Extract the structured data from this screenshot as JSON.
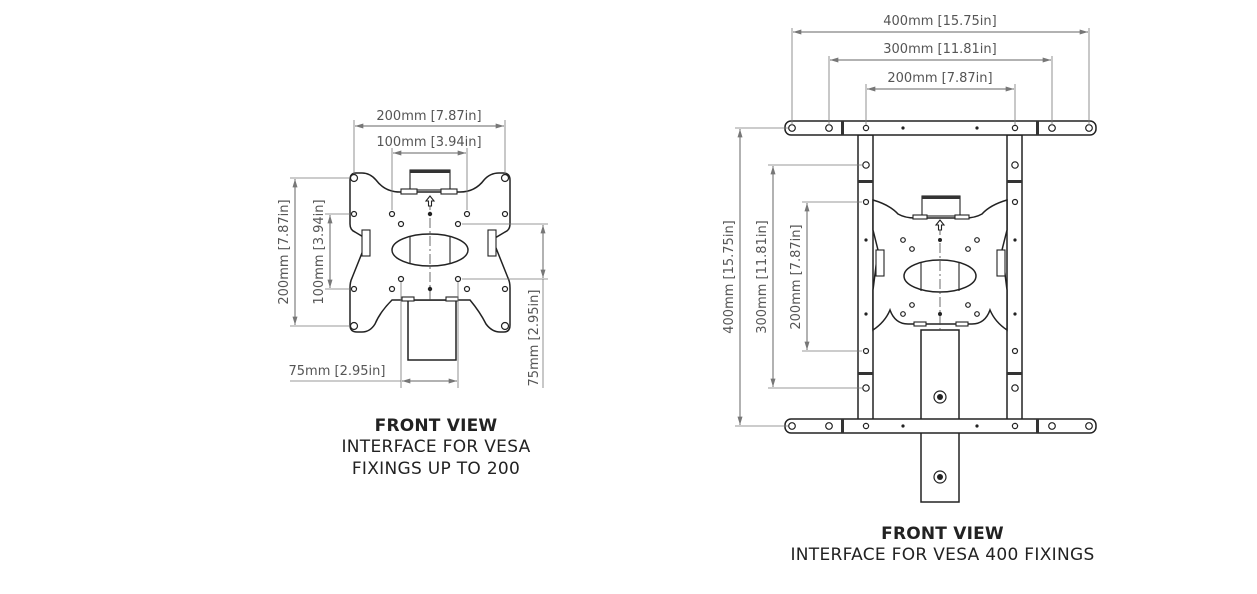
{
  "left_view": {
    "caption_title": "FRONT VIEW",
    "caption_line1": "INTERFACE FOR VESA",
    "caption_line2": "FIXINGS UP TO 200",
    "dimensions": {
      "h_200": "200mm [7.87in]",
      "h_100": "100mm [3.94in]",
      "v_200": "200mm [7.87in]",
      "v_100": "100mm [3.94in]",
      "h_75": "75mm [2.95in]",
      "v_75": "75mm [2.95in]"
    }
  },
  "right_view": {
    "caption_title": "FRONT VIEW",
    "caption_line1": "INTERFACE FOR VESA 400 FIXINGS",
    "dimensions": {
      "h_400": "400mm [15.75in]",
      "h_300": "300mm [11.81in]",
      "h_200": "200mm [7.87in]",
      "v_400": "400mm [15.75in]",
      "v_300": "300mm [11.81in]",
      "v_200": "200mm [7.87in]"
    }
  }
}
